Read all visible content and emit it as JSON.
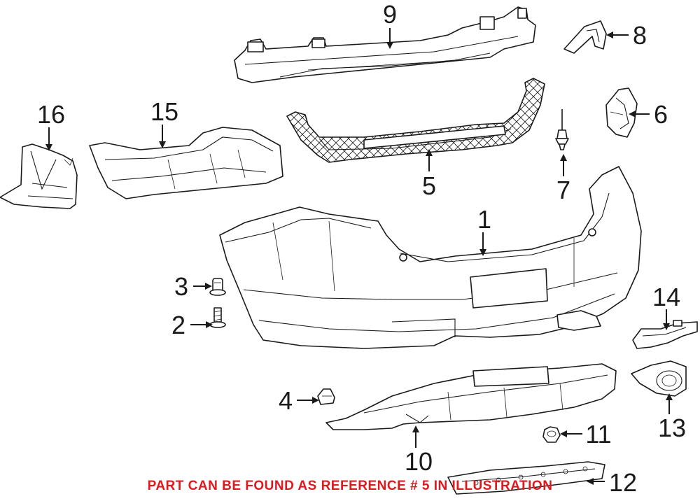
{
  "callouts": {
    "c1": "1",
    "c2": "2",
    "c3": "3",
    "c4": "4",
    "c5": "5",
    "c6": "6",
    "c7": "7",
    "c8": "8",
    "c9": "9",
    "c10": "10",
    "c11": "11",
    "c12": "12",
    "c13": "13",
    "c14": "14",
    "c15": "15",
    "c16": "16"
  },
  "note": "PART CAN BE FOUND AS REFERENCE # 5 IN ILLUSTRATION",
  "colors": {
    "note": "#e0191e",
    "line": "#1a1a1a",
    "background": "#ffffff"
  }
}
